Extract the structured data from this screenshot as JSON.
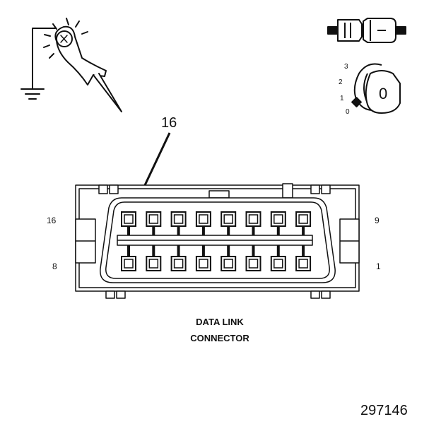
{
  "callout": {
    "pin_label": "16"
  },
  "pin_labels": {
    "top_left": "16",
    "top_right": "9",
    "bottom_left": "8",
    "bottom_right": "1"
  },
  "ignition": {
    "positions": [
      "3",
      "2",
      "1",
      "0"
    ],
    "key_label": "0"
  },
  "caption": {
    "line1": "DATA LINK",
    "line2": "CONNECTOR"
  },
  "figure_number": "297146",
  "connector": {
    "pins_per_row": 8,
    "rows": 2
  }
}
